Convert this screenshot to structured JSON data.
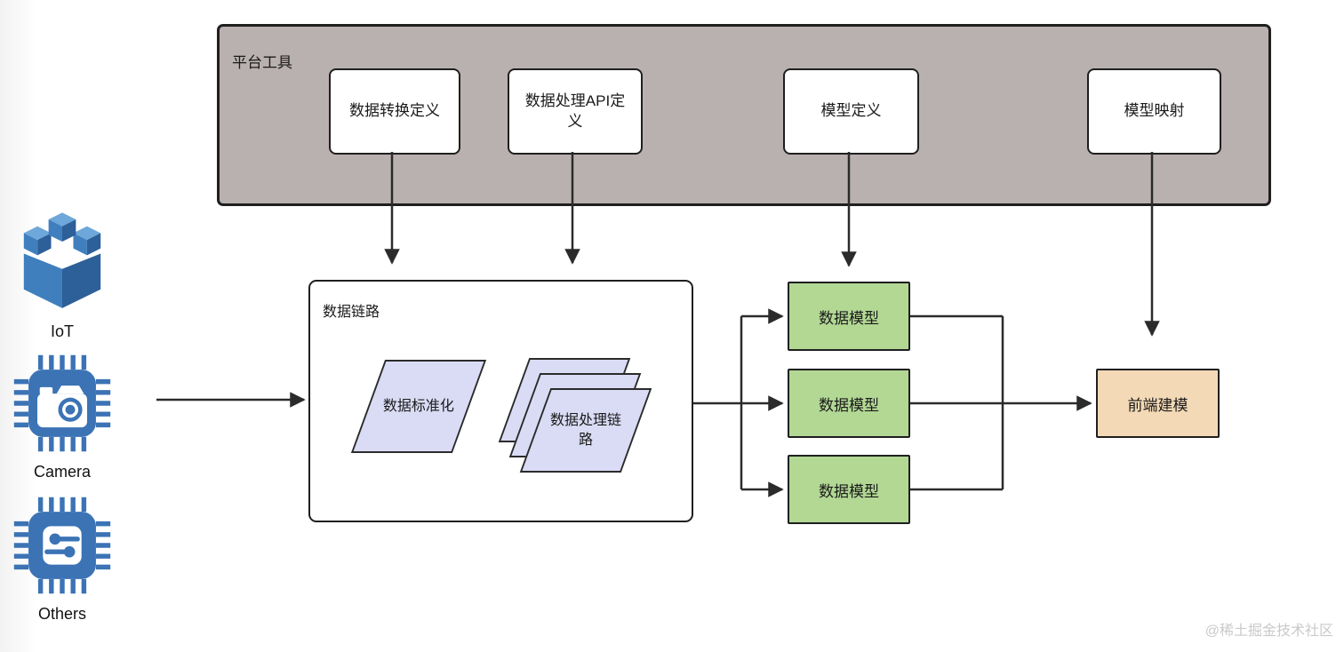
{
  "platform": {
    "title": "平台工具",
    "tools": [
      {
        "label": "数据转换定义"
      },
      {
        "label": "数据处理API定义"
      },
      {
        "label": "模型定义"
      },
      {
        "label": "模型映射"
      }
    ]
  },
  "sources": [
    {
      "label": "IoT",
      "icon": "iot-cube-icon"
    },
    {
      "label": "Camera",
      "icon": "camera-chip-icon"
    },
    {
      "label": "Others",
      "icon": "circuit-chip-icon"
    }
  ],
  "pipeline": {
    "title": "数据链路",
    "standardize": "数据标准化",
    "processing_chain": "数据处理链路"
  },
  "models": [
    {
      "label": "数据模型"
    },
    {
      "label": "数据模型"
    },
    {
      "label": "数据模型"
    }
  ],
  "frontend": {
    "label": "前端建模"
  },
  "watermark": "@稀土掘金技术社区",
  "colors": {
    "platform_fill": "#b9b1af",
    "model_fill": "#b2d894",
    "frontend_fill": "#f4d9b6",
    "parallelogram_fill": "#dadcf5",
    "line": "#2b2b2b",
    "icon_blue": "#3b73b5",
    "icon_blue_dark": "#2d5f99",
    "icon_blue_light": "#6ea7da"
  }
}
